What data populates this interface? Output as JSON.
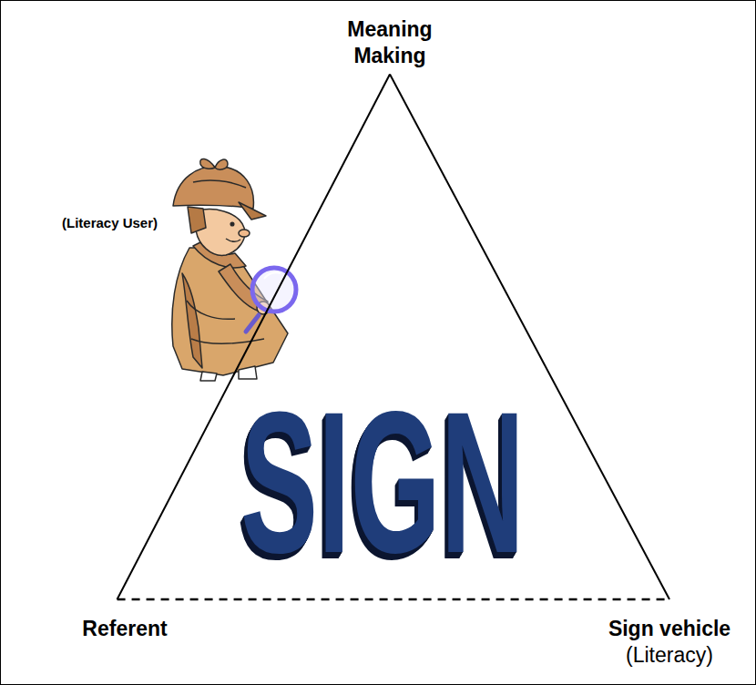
{
  "diagram": {
    "nodes": [
      {
        "text": [
          "Meaning Making"
        ]
      },
      {
        "text": [
          "Referent"
        ]
      },
      {
        "text": [
          "Sign vehicle",
          "(Literacy)"
        ]
      }
    ],
    "edges": [
      {
        "from": 0,
        "to": 1,
        "arrow": "none"
      },
      {
        "from": 0,
        "to": 2,
        "arrow": "none"
      },
      {
        "from": 1,
        "to": 2,
        "arrow": "none"
      }
    ],
    "labels": [
      "(Literacy User)",
      "SIGN"
    ]
  }
}
